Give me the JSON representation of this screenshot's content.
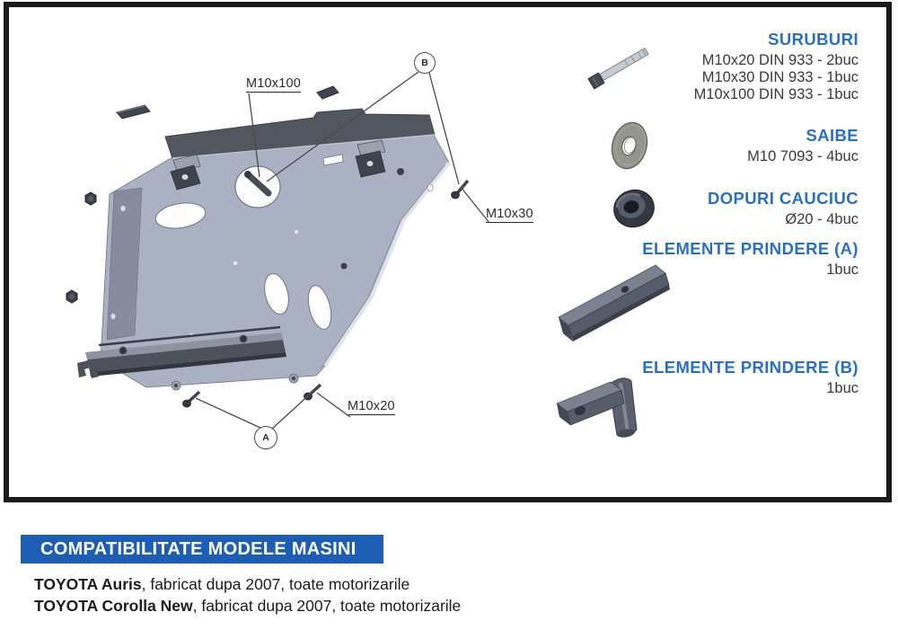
{
  "diagram": {
    "callouts": {
      "m10x100": "M10x100",
      "m10x30": "M10x30",
      "m10x20": "M10x20",
      "balloon_a": "A",
      "balloon_b": "B"
    },
    "parts_list": [
      {
        "title": "SURUBURI",
        "lines": [
          "M10x20 DIN 933 - 2buc",
          "M10x30 DIN 933 - 1buc",
          "M10x100 DIN 933 - 1buc"
        ]
      },
      {
        "title": "SAIBE",
        "lines": [
          "M10 7093 - 4buc"
        ]
      },
      {
        "title": "DOPURI CAUCIUC",
        "lines": [
          "Ø20 - 4buc"
        ]
      },
      {
        "title": "ELEMENTE PRINDERE (A)",
        "lines": [
          "1buc"
        ]
      },
      {
        "title": "ELEMENTE PRINDERE (B)",
        "lines": [
          "1buc"
        ]
      }
    ],
    "icon_names": [
      "hex-bolt-icon",
      "washer-icon",
      "rubber-plug-icon",
      "bracket-bar-a-icon",
      "bracket-hook-b-icon",
      "skid-plate-drawing"
    ]
  },
  "compatibility": {
    "header": "COMPATIBILITATE MODELE MASINI",
    "models": [
      {
        "model": "TOYOTA Auris",
        "details": ", fabricat dupa 2007, toate motorizarile"
      },
      {
        "model": "TOYOTA Corolla New",
        "details": ", fabricat dupa 2007, toate motorizarile"
      }
    ]
  },
  "colors": {
    "accent_blue": "#2a6fc2",
    "banner_blue": "#1d5db4",
    "text_dark": "#3a3a3e",
    "plate_gray": "#a9b1c2",
    "dark_metal": "#51565f",
    "frame_black": "#1a1a1a"
  }
}
